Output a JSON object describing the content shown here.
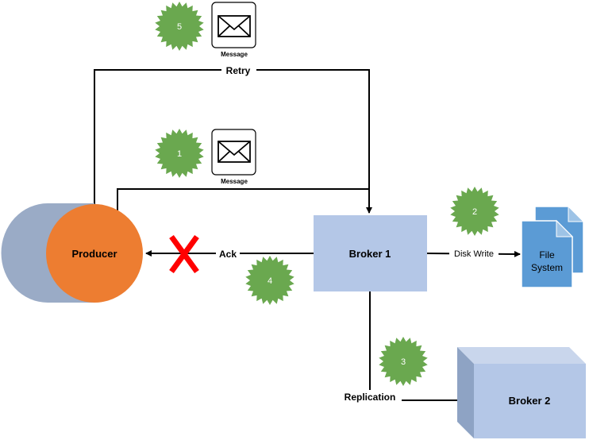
{
  "colors": {
    "producer_fill": "#ed7d31",
    "producer_body": "#9aabc6",
    "broker_fill": "#b4c7e7",
    "file_icon": "#5b9bd5",
    "badge": "#6aa84f",
    "error_cross": "#ff0000",
    "line": "#000000"
  },
  "nodes": {
    "producer": "Producer",
    "broker1": "Broker 1",
    "broker2": "Broker 2",
    "file_system_line1": "File",
    "file_system_line2": "System"
  },
  "edges": {
    "retry": "Retry",
    "ack": "Ack",
    "disk_write": "Disk Write",
    "replication": "Replication"
  },
  "messages": {
    "top_caption": "Message",
    "middle_caption": "Message"
  },
  "steps": {
    "step1": "1",
    "step2": "2",
    "step3": "3",
    "step4": "4",
    "step5": "5"
  },
  "icons": {
    "envelope": "envelope-icon",
    "badge": "starburst-badge-icon",
    "cross": "error-cross-icon",
    "document": "file-system-icon"
  }
}
